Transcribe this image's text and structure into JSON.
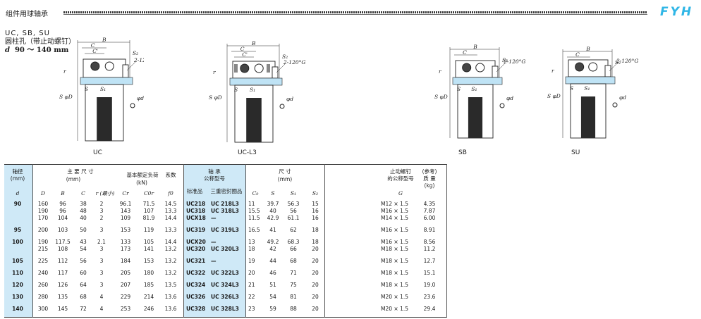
{
  "header": {
    "title": "组件用球轴承",
    "brand": "FYH"
  },
  "series": {
    "types": "UC, SB, SU",
    "bore": "圆柱孔（带止动螺钉）",
    "d_label": "d",
    "d_range": "90  ～ 140 mm"
  },
  "drawings": [
    {
      "name": "UC",
      "caption": "UC"
    },
    {
      "name": "UC-L3",
      "caption": "UC-L3"
    },
    {
      "name": "SB",
      "caption": "SB"
    },
    {
      "name": "SU",
      "caption": "SU"
    }
  ],
  "dim_labels": {
    "B": "B",
    "C": "C",
    "Cr": "C'",
    "S2": "S₂",
    "screw": "2-120°G",
    "r": "r",
    "S": "S",
    "S1": "S₁",
    "SD": "S φD",
    "pd": "φd"
  },
  "table": {
    "headers": {
      "shaft": "轴径",
      "shaft_unit": "(mm)",
      "main": "主 要 尺 寸",
      "main_unit": "(mm)",
      "load": "基本额定负荷",
      "load_unit": "(kN)",
      "factor": "系数",
      "bearing": "轴    承",
      "bearing2": "公称型号",
      "std": "标准品",
      "sealed": "三重密封圈品",
      "dims": "尺              寸",
      "dims_unit": "(mm)",
      "screw": "止动螺钉",
      "screw2": "的公称型号",
      "ref": "(参考)",
      "mass": "质  量",
      "mass_unit": "(kg)"
    },
    "symbols": {
      "d": "d",
      "D": "D",
      "B": "B",
      "C": "C",
      "r": "r (最小)",
      "Cr": "Cr",
      "C0r": "C0r",
      "f0": "f0",
      "C0": "C₀",
      "S": "S",
      "S1": "S₁",
      "S2": "S₂",
      "G": "G"
    },
    "rows": [
      {
        "d": "90",
        "D": "160",
        "B": "96",
        "C": "38",
        "r": "2",
        "Cr": "96.1",
        "C0r": "71.5",
        "f0": "14.5",
        "std": "UC218",
        "sealed": "UC 218L3",
        "C0": "11",
        "S": "39.7",
        "S1": "56.3",
        "S2": "15",
        "G": "M12 × 1.5",
        "mass": "4.35"
      },
      {
        "d": "",
        "D": "190",
        "B": "96",
        "C": "48",
        "r": "3",
        "Cr": "143",
        "C0r": "107",
        "f0": "13.3",
        "std": "UC318",
        "sealed": "UC 318L3",
        "C0": "15.5",
        "S": "40",
        "S1": "56",
        "S2": "16",
        "G": "M16 × 1.5",
        "mass": "7.87"
      },
      {
        "d": "",
        "D": "170",
        "B": "104",
        "C": "40",
        "r": "2",
        "Cr": "109",
        "C0r": "81.9",
        "f0": "14.4",
        "std": "UCX18",
        "sealed": "—",
        "C0": "11.5",
        "S": "42.9",
        "S1": "61.1",
        "S2": "16",
        "G": "M14 × 1.5",
        "mass": "6.00"
      },
      {
        "d": "95",
        "D": "200",
        "B": "103",
        "C": "50",
        "r": "3",
        "Cr": "153",
        "C0r": "119",
        "f0": "13.3",
        "std": "UC319",
        "sealed": "UC 319L3",
        "C0": "16.5",
        "S": "41",
        "S1": "62",
        "S2": "18",
        "G": "M16 × 1.5",
        "mass": "8.91"
      },
      {
        "d": "100",
        "D": "190",
        "B": "117.5",
        "C": "43",
        "r": "2.1",
        "Cr": "133",
        "C0r": "105",
        "f0": "14.4",
        "std": "UCX20",
        "sealed": "—",
        "C0": "13",
        "S": "49.2",
        "S1": "68.3",
        "S2": "18",
        "G": "M16 × 1.5",
        "mass": "8.56"
      },
      {
        "d": "",
        "D": "215",
        "B": "108",
        "C": "54",
        "r": "3",
        "Cr": "173",
        "C0r": "141",
        "f0": "13.2",
        "std": "UC320",
        "sealed": "UC 320L3",
        "C0": "18",
        "S": "42",
        "S1": "66",
        "S2": "20",
        "G": "M18 × 1.5",
        "mass": "11.2"
      },
      {
        "d": "105",
        "D": "225",
        "B": "112",
        "C": "56",
        "r": "3",
        "Cr": "184",
        "C0r": "153",
        "f0": "13.2",
        "std": "UC321",
        "sealed": "—",
        "C0": "19",
        "S": "44",
        "S1": "68",
        "S2": "20",
        "G": "M18 × 1.5",
        "mass": "12.7"
      },
      {
        "d": "110",
        "D": "240",
        "B": "117",
        "C": "60",
        "r": "3",
        "Cr": "205",
        "C0r": "180",
        "f0": "13.2",
        "std": "UC322",
        "sealed": "UC 322L3",
        "C0": "20",
        "S": "46",
        "S1": "71",
        "S2": "20",
        "G": "M18 × 1.5",
        "mass": "15.1"
      },
      {
        "d": "120",
        "D": "260",
        "B": "126",
        "C": "64",
        "r": "3",
        "Cr": "207",
        "C0r": "185",
        "f0": "13.5",
        "std": "UC324",
        "sealed": "UC 324L3",
        "C0": "21",
        "S": "51",
        "S1": "75",
        "S2": "20",
        "G": "M18 × 1.5",
        "mass": "19.0"
      },
      {
        "d": "130",
        "D": "280",
        "B": "135",
        "C": "68",
        "r": "4",
        "Cr": "229",
        "C0r": "214",
        "f0": "13.6",
        "std": "UC326",
        "sealed": "UC 326L3",
        "C0": "22",
        "S": "54",
        "S1": "81",
        "S2": "20",
        "G": "M20 × 1.5",
        "mass": "23.6"
      },
      {
        "d": "140",
        "D": "300",
        "B": "145",
        "C": "72",
        "r": "4",
        "Cr": "253",
        "C0r": "246",
        "f0": "13.6",
        "std": "UC328",
        "sealed": "UC 328L3",
        "C0": "23",
        "S": "59",
        "S1": "88",
        "S2": "20",
        "G": "M20 × 1.5",
        "mass": "29.4"
      }
    ]
  }
}
